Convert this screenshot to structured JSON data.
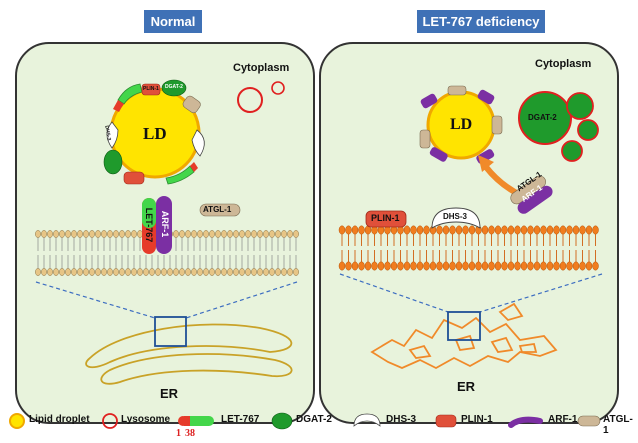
{
  "panels": {
    "left_title": "Normal",
    "right_title": "LET-767 deficiency",
    "left_cytoplasm": "Cytoplasm",
    "right_cytoplasm": "Cytoplasm",
    "left_er": "ER",
    "right_er": "ER"
  },
  "labels": {
    "ld_left": "LD",
    "ld_right": "LD",
    "let767": "LET-767",
    "arf1": "ARF-1",
    "atgl1": "ATGL-1",
    "plin1": "PLIN-1",
    "dhs3": "DHS-3",
    "dgat2": "DGAT-2",
    "small_plin": "PLIN-1",
    "small_dgat": "DGAT-2",
    "small_dhs": "DHS-3"
  },
  "legend": {
    "lipid_droplet": "Lipid droplet",
    "lysosome": "Lysosome",
    "let767": "LET-767",
    "let767_num1": "1",
    "let767_num2": "38",
    "dgat2": "DGAT-2",
    "dhs3": "DHS-3",
    "plin1": "PLIN-1",
    "arf1": "ARF-1",
    "atgl1": "ATGL-1"
  },
  "colors": {
    "header_bg": "#3f71b6",
    "cell_bg": "#e8f3dc",
    "ld_fill": "#ffe400",
    "lysosome_red": "#e02020",
    "dgat_green": "#1f9a2c",
    "arf_purple": "#7b2fa3",
    "atgl_tan": "#cdb797",
    "plin_red": "#e0503a",
    "let_green": "#43d64a",
    "membrane_left": "#e7c586",
    "membrane_right": "#f07d1f",
    "er_left": "#c9a227",
    "er_right": "#f08a2a"
  }
}
